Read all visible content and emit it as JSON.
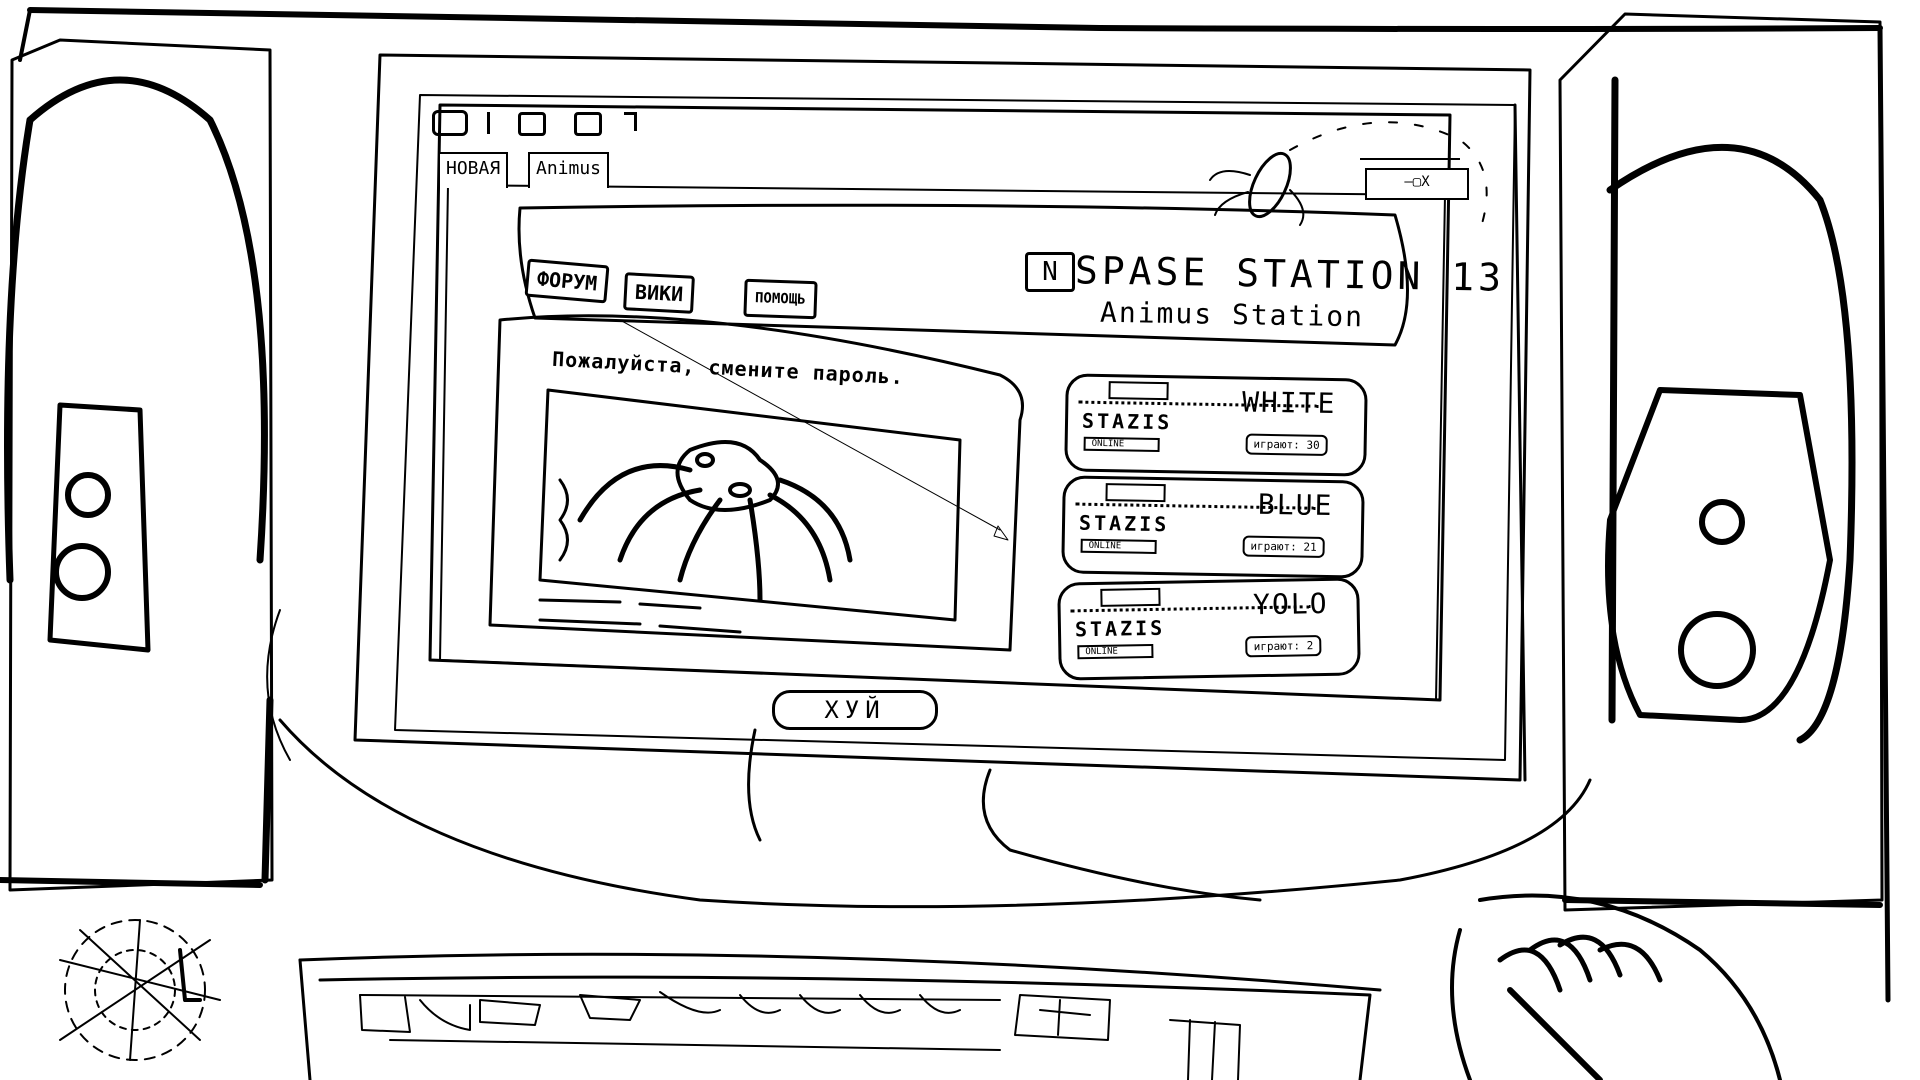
{
  "browser": {
    "tabs": [
      {
        "label": "НОВАЯ"
      },
      {
        "label": "Animus"
      }
    ],
    "toolbar_icons": [
      "home-icon",
      "back-icon",
      "forward-icon",
      "refresh-icon"
    ],
    "window_controls": "—▢X"
  },
  "site": {
    "logo_letter": "N",
    "title": "SPASE STATION 13",
    "subtitle": "Animus Station",
    "nav": [
      {
        "label": "ФОРУМ"
      },
      {
        "label": "ВИКИ"
      },
      {
        "label": "ПОМОЩЬ"
      }
    ],
    "notice": "Пожалуйста, смените пароль."
  },
  "servers": [
    {
      "name": "WHITE",
      "mode": "STAZIS",
      "status": "ONLINE",
      "players": "играют: 30"
    },
    {
      "name": "BLUE",
      "mode": "STAZIS",
      "status": "ONLINE",
      "players": "играют: 21"
    },
    {
      "name": "YOLO",
      "mode": "STAZIS",
      "status": "ONLINE",
      "players": "играют: 2"
    }
  ],
  "monitor": {
    "brand": "ХУЙ"
  },
  "colors": {
    "ink": "#000000",
    "paper": "#ffffff"
  }
}
